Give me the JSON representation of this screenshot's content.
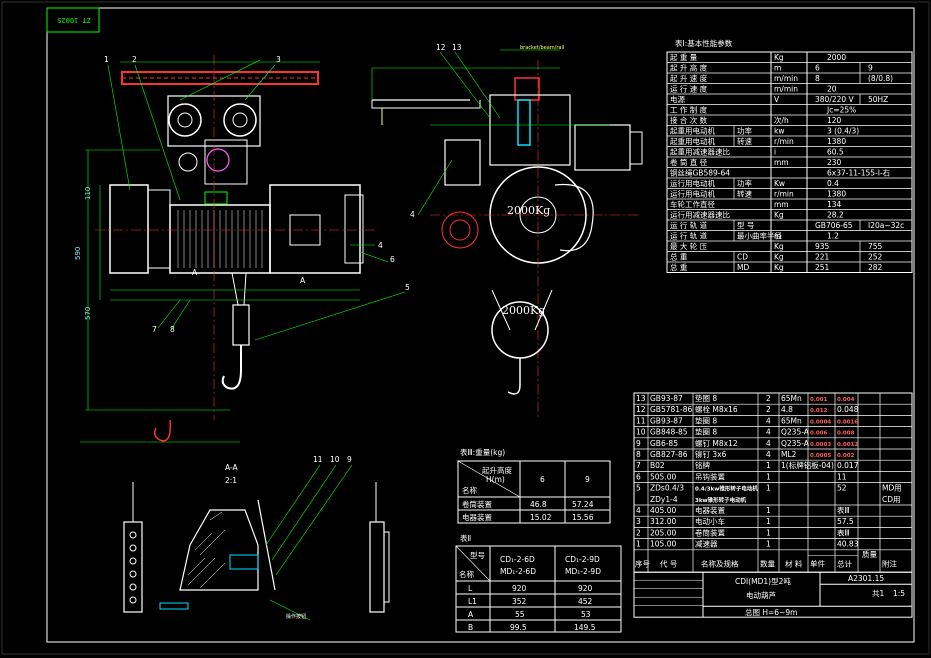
{
  "drawing": {
    "stamp": "ZT 1002S",
    "weight_label_a": "2000Kg",
    "weight_label_b": "2000Kg",
    "section_label": "A-A",
    "section_scale": "2:1",
    "top_label": "bracket/beam/rail",
    "leaders_left": [
      "1",
      "2",
      "3",
      "4",
      "5",
      "6",
      "7",
      "8"
    ],
    "leaders_right": [
      "12",
      "13",
      "4"
    ],
    "leaders_section": [
      "11",
      "10",
      "9"
    ],
    "dim_left": [
      "110",
      "570",
      "590"
    ],
    "dim_a_marks": [
      "A",
      "A"
    ],
    "pendant_note": "操作按钮"
  },
  "table1": {
    "title": "表Ⅰ:基本性能参数",
    "rows": [
      [
        "起  重  量",
        "Kg",
        "2000",
        ""
      ],
      [
        "起  升  高  度",
        "m",
        "6",
        "9"
      ],
      [
        "起  升  速  度",
        "m/min",
        "8",
        "(8/0.8)"
      ],
      [
        "运  行  速  度",
        "m/min",
        "20",
        ""
      ],
      [
        "电源",
        "V",
        "380/220 V",
        "50HZ"
      ],
      [
        "工  作  制  度",
        "",
        "Jc=25%",
        ""
      ],
      [
        "接  合  次  数",
        "次/h",
        "120",
        ""
      ],
      [
        "起重用电动机|功率",
        "kw",
        "3  (0.4/3)",
        ""
      ],
      [
        "起重用电动机|转速",
        "r/min",
        "1380",
        ""
      ],
      [
        "起重用减速器速比",
        "i",
        "60.5",
        ""
      ],
      [
        "卷  筒  直  径",
        "mm",
        "230",
        ""
      ],
      [
        "钢丝绳GB589-64",
        "",
        "6x37-11-155-Ⅰ-右",
        ""
      ],
      [
        "运行用电动机|功率",
        "Kw",
        "0.4",
        ""
      ],
      [
        "运行用电动机|转速",
        "r/min",
        "1380",
        ""
      ],
      [
        "车轮工作直径",
        "mm",
        "134",
        ""
      ],
      [
        "运行用减速器速比",
        "Kg",
        "28.2",
        ""
      ],
      [
        "运  行  轨  道|型  号",
        "",
        "GB706-65",
        "I20a~32c"
      ],
      [
        "运  行  轨  道|最小曲率半径",
        "m",
        "1.2",
        ""
      ],
      [
        "最  大  轮  压",
        "Kg",
        "935",
        "755"
      ],
      [
        "总    重|CD",
        "Kg",
        "221",
        "252"
      ],
      [
        "总    重|MD",
        "Kg",
        "251",
        "282"
      ]
    ]
  },
  "table3": {
    "title": "表Ⅲ:重量(kg)",
    "header_left_top": "起升高度",
    "header_left_unit": "H(m)",
    "header_left_bottom": "名称",
    "cols": [
      "6",
      "9"
    ],
    "rows": [
      [
        "卷筒装置",
        "46.8",
        "57.24"
      ],
      [
        "电器装置",
        "15.02",
        "15.56"
      ]
    ]
  },
  "table2": {
    "title": "表Ⅱ",
    "header_left_top": "型号",
    "header_left_bottom": "名称",
    "col1": [
      "CD₁-2-6D",
      "MD₁-2-6D"
    ],
    "col2": [
      "CD₁-2-9D",
      "MD₁-2-9D"
    ],
    "rows": [
      [
        "L",
        "920",
        "920"
      ],
      [
        "L1",
        "352",
        "452"
      ],
      [
        "A",
        "55",
        "53"
      ],
      [
        "B",
        "99.5",
        "149.5"
      ]
    ]
  },
  "bom": {
    "rows": [
      [
        "13",
        "GB93-87",
        "垫圈  8",
        "2",
        "65Mn",
        "0.001",
        "0.004",
        ""
      ],
      [
        "12",
        "GB5781-86",
        "螺栓  M8x16",
        "2",
        "4.8",
        "0.012",
        "0.048",
        ""
      ],
      [
        "11",
        "GB93-87",
        "垫圈  8",
        "4",
        "65Mn",
        "0.0004",
        "0.0016",
        ""
      ],
      [
        "10",
        "GB848-85",
        "垫圈  8",
        "4",
        "Q235-A",
        "0.006",
        "0.008",
        ""
      ],
      [
        "9",
        "GB6-85",
        "螺钉  M8x12",
        "4",
        "Q235-A",
        "0.0003",
        "0.0012",
        ""
      ],
      [
        "8",
        "GB827-86",
        "铆钉  3x6",
        "4",
        "ML2",
        "0.0005",
        "0.002",
        ""
      ],
      [
        "7",
        "B02",
        "铭牌",
        "1",
        "1(标牌铝板-04)",
        "",
        "0.017",
        ""
      ],
      [
        "6",
        "505.00",
        "吊钩装置",
        "1",
        "",
        "",
        "11",
        ""
      ],
      [
        "5",
        "ZDs0.4/3|ZDy1-4",
        "0.4/3kw锥形转子电动机|3kw锥形转子电动机",
        "1",
        "",
        "",
        "52",
        "MD用|CD用"
      ],
      [
        "4",
        "405.00",
        "电器装置",
        "1",
        "",
        "",
        "表Ⅲ",
        ""
      ],
      [
        "3",
        "312.00",
        "电动小车",
        "1",
        "",
        "",
        "57.5",
        ""
      ],
      [
        "2",
        "205.00",
        "卷筒装置",
        "1",
        "",
        "",
        "表Ⅲ",
        ""
      ],
      [
        "1",
        "105.00",
        "减速器",
        "1",
        "",
        "",
        "40.83",
        ""
      ]
    ],
    "header": [
      "序号",
      "代    号",
      "名称及规格",
      "数量",
      "材    料",
      "单件",
      "总计",
      "附注"
    ],
    "header_sub": "质量",
    "title_line1": "CDⅠ(MD1)型2吨",
    "title_line2": "电动葫芦",
    "drawing_no": "A2301.15",
    "sheet": "共1",
    "scale": "1:5",
    "footer": "总图 H=6~9m"
  }
}
